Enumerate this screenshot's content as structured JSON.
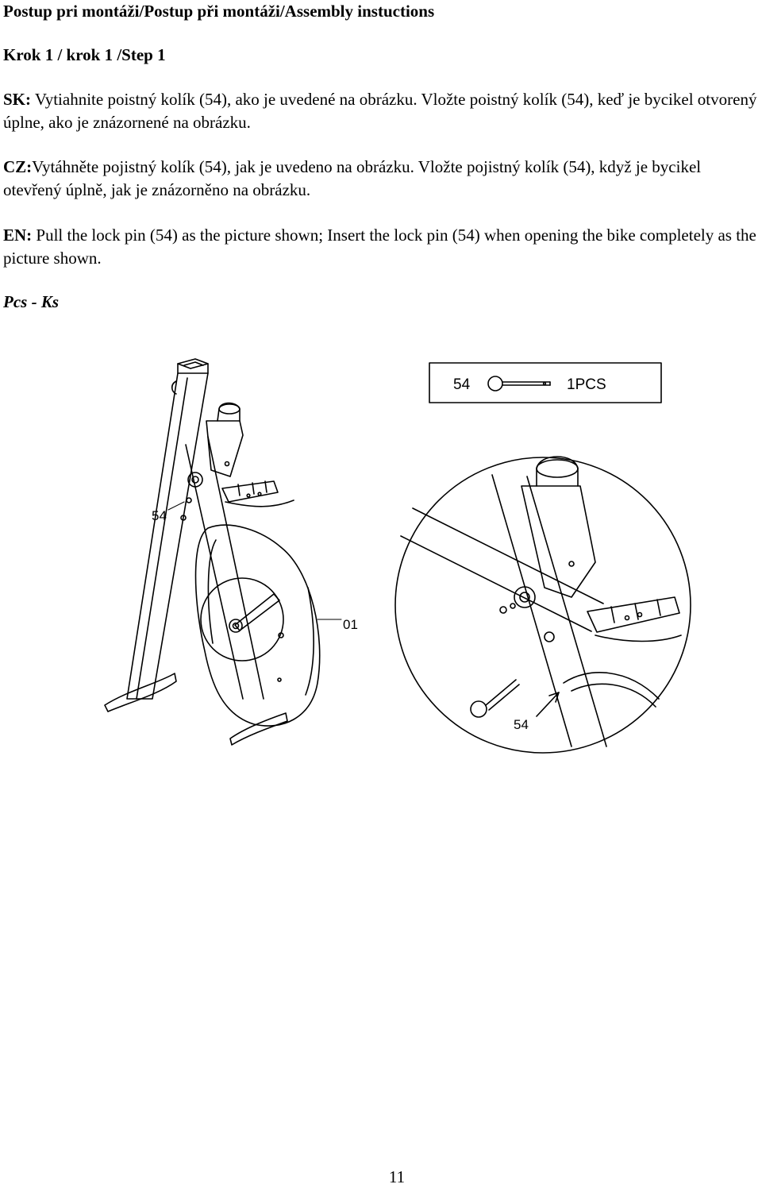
{
  "title": "Postup pri montáži/Postup při montáži/Assembly instuctions",
  "step": "Krok 1 / krok 1 /Step 1",
  "instructions": {
    "sk": {
      "label": "SK:",
      "text": " Vytiahnite poistný kolík (54), ako je uvedené na obrázku. Vložte poistný kolík (54), keď je bycikel otvorený  úplne, ako je znázornené na obrázku."
    },
    "cz": {
      "label": "CZ:",
      "text": "Vytáhněte pojistný kolík (54), jak je uvedeno na obrázku. Vložte pojistný kolík (54), když je bycikel otevřený úplně, jak je znázorněno na obrázku."
    },
    "en": {
      "label": "EN:",
      "text": " Pull the lock pin (54) as the picture shown; Insert the lock pin (54) when opening the bike completely as the picture shown."
    }
  },
  "pcs_heading": "Pcs - Ks",
  "parts_box": {
    "part_number": "54",
    "quantity": "1PCS"
  },
  "diagram": {
    "label_pin_main": "54",
    "label_frame": "01",
    "label_pin_detail": "54"
  },
  "page_number": "11"
}
